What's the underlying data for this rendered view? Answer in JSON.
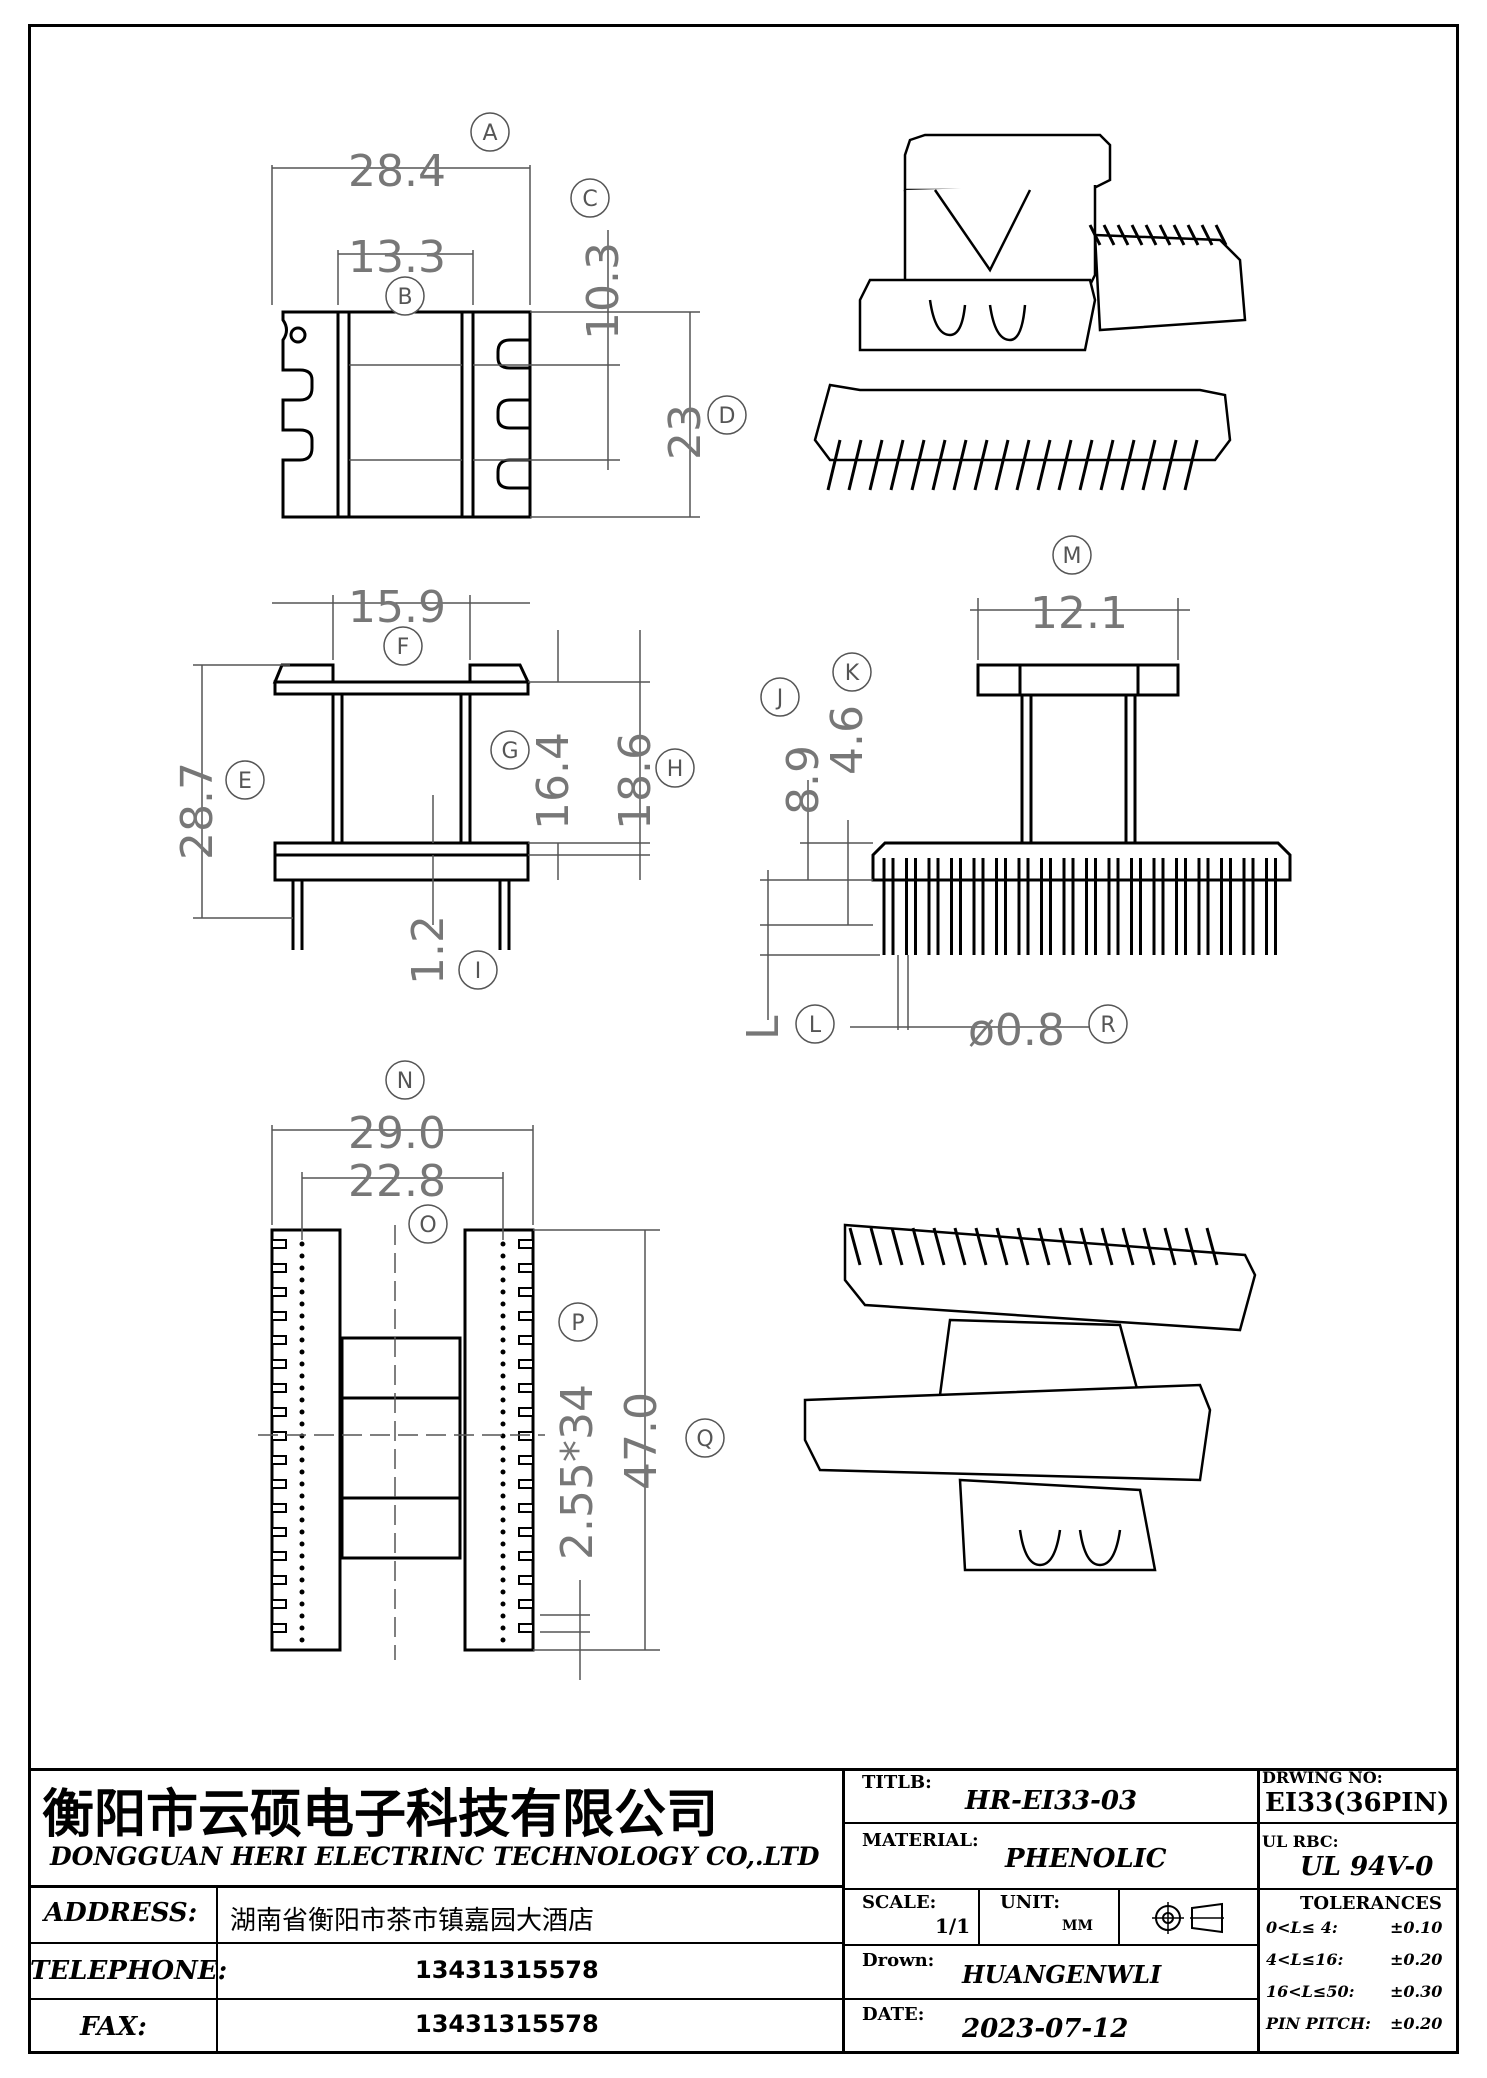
{
  "dims": {
    "A": {
      "label": "A",
      "value": "28.4"
    },
    "B": {
      "label": "B",
      "value": "13.3"
    },
    "C": {
      "label": "C",
      "value": "10.3"
    },
    "D": {
      "label": "D",
      "value": "23"
    },
    "E": {
      "label": "E",
      "value": "28.7"
    },
    "F": {
      "label": "F",
      "value": "15.9"
    },
    "G": {
      "label": "G",
      "value": "16.4"
    },
    "H": {
      "label": "H",
      "value": "18.6"
    },
    "I": {
      "label": "I",
      "value": "1.2"
    },
    "J": {
      "label": "J",
      "value": "8.9"
    },
    "K": {
      "label": "K",
      "value": "4.6"
    },
    "L": {
      "label": "L",
      "value": "L"
    },
    "M": {
      "label": "M",
      "value": "12.1"
    },
    "N": {
      "label": "N",
      "value": "29.0"
    },
    "O": {
      "label": "O",
      "value": "22.8"
    },
    "P": {
      "label": "P",
      "value": "2.55*34"
    },
    "Q": {
      "label": "Q",
      "value": "47.0"
    },
    "R": {
      "label": "R",
      "value": "ø0.8"
    }
  },
  "title_block": {
    "company_cn": "衡阳市云硕电子科技有限公司",
    "company_en": "DONGGUAN HERI ELECTRINC TECHNOLOGY CO,.LTD",
    "address_label": "ADDRESS:",
    "address": "湖南省衡阳市茶市镇嘉园大酒店",
    "telephone_label": "TELEPHONE:",
    "telephone": "13431315578",
    "fax_label": "FAX:",
    "fax": "13431315578",
    "title_label": "TITLB:",
    "title": "HR-EI33-03",
    "material_label": "MATERIAL:",
    "material": "PHENOLIC",
    "scale_label": "SCALE:",
    "scale": "1/1",
    "unit_label": "UNIT:",
    "unit": "MM",
    "drawn_label": "Drown:",
    "drawn": "HUANGENWLI",
    "date_label": "DATE:",
    "date": "2023-07-12",
    "drawing_no_label": "DRWING NO:",
    "drawing_no": "EI33(36PIN)",
    "ul_label": "UL RBC:",
    "ul": "UL 94V-0",
    "tolerances_label": "TOLERANCES",
    "tol_rows": [
      {
        "range": "0<L≤ 4:",
        "tol": "±0.10"
      },
      {
        "range": "4<L≤16:",
        "tol": "±0.20"
      },
      {
        "range": "16<L≤50:",
        "tol": "±0.30"
      },
      {
        "range": "PIN PITCH:",
        "tol": "±0.20"
      }
    ]
  }
}
